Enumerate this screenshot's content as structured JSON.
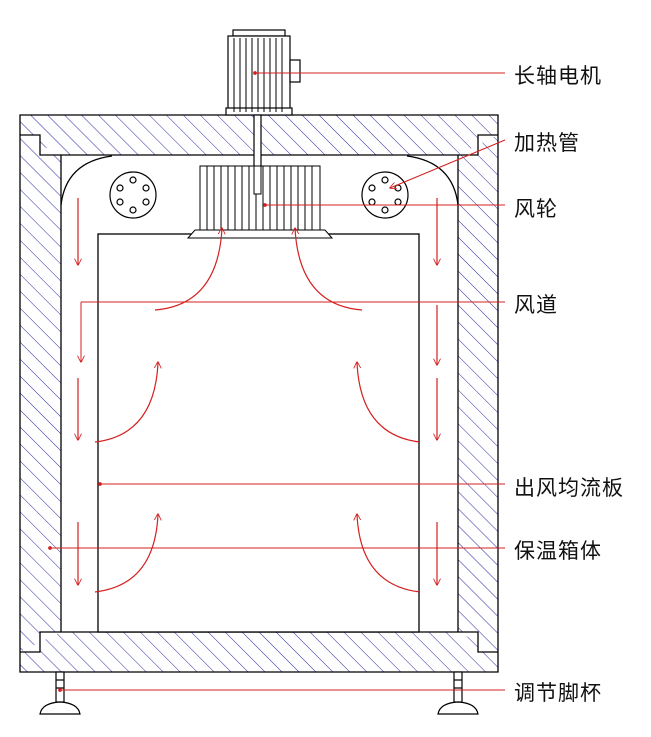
{
  "labels": {
    "motor": "长轴电机",
    "heating_tube": "加热管",
    "fan_wheel": "风轮",
    "air_duct": "风道",
    "outlet_plate": "出风均流板",
    "insulated_box": "保温箱体",
    "foot_cup": "调节脚杯"
  },
  "colors": {
    "line": "#000000",
    "hatch": "#2a2aa8",
    "leader": "#d42020",
    "arrow": "#d42020"
  }
}
